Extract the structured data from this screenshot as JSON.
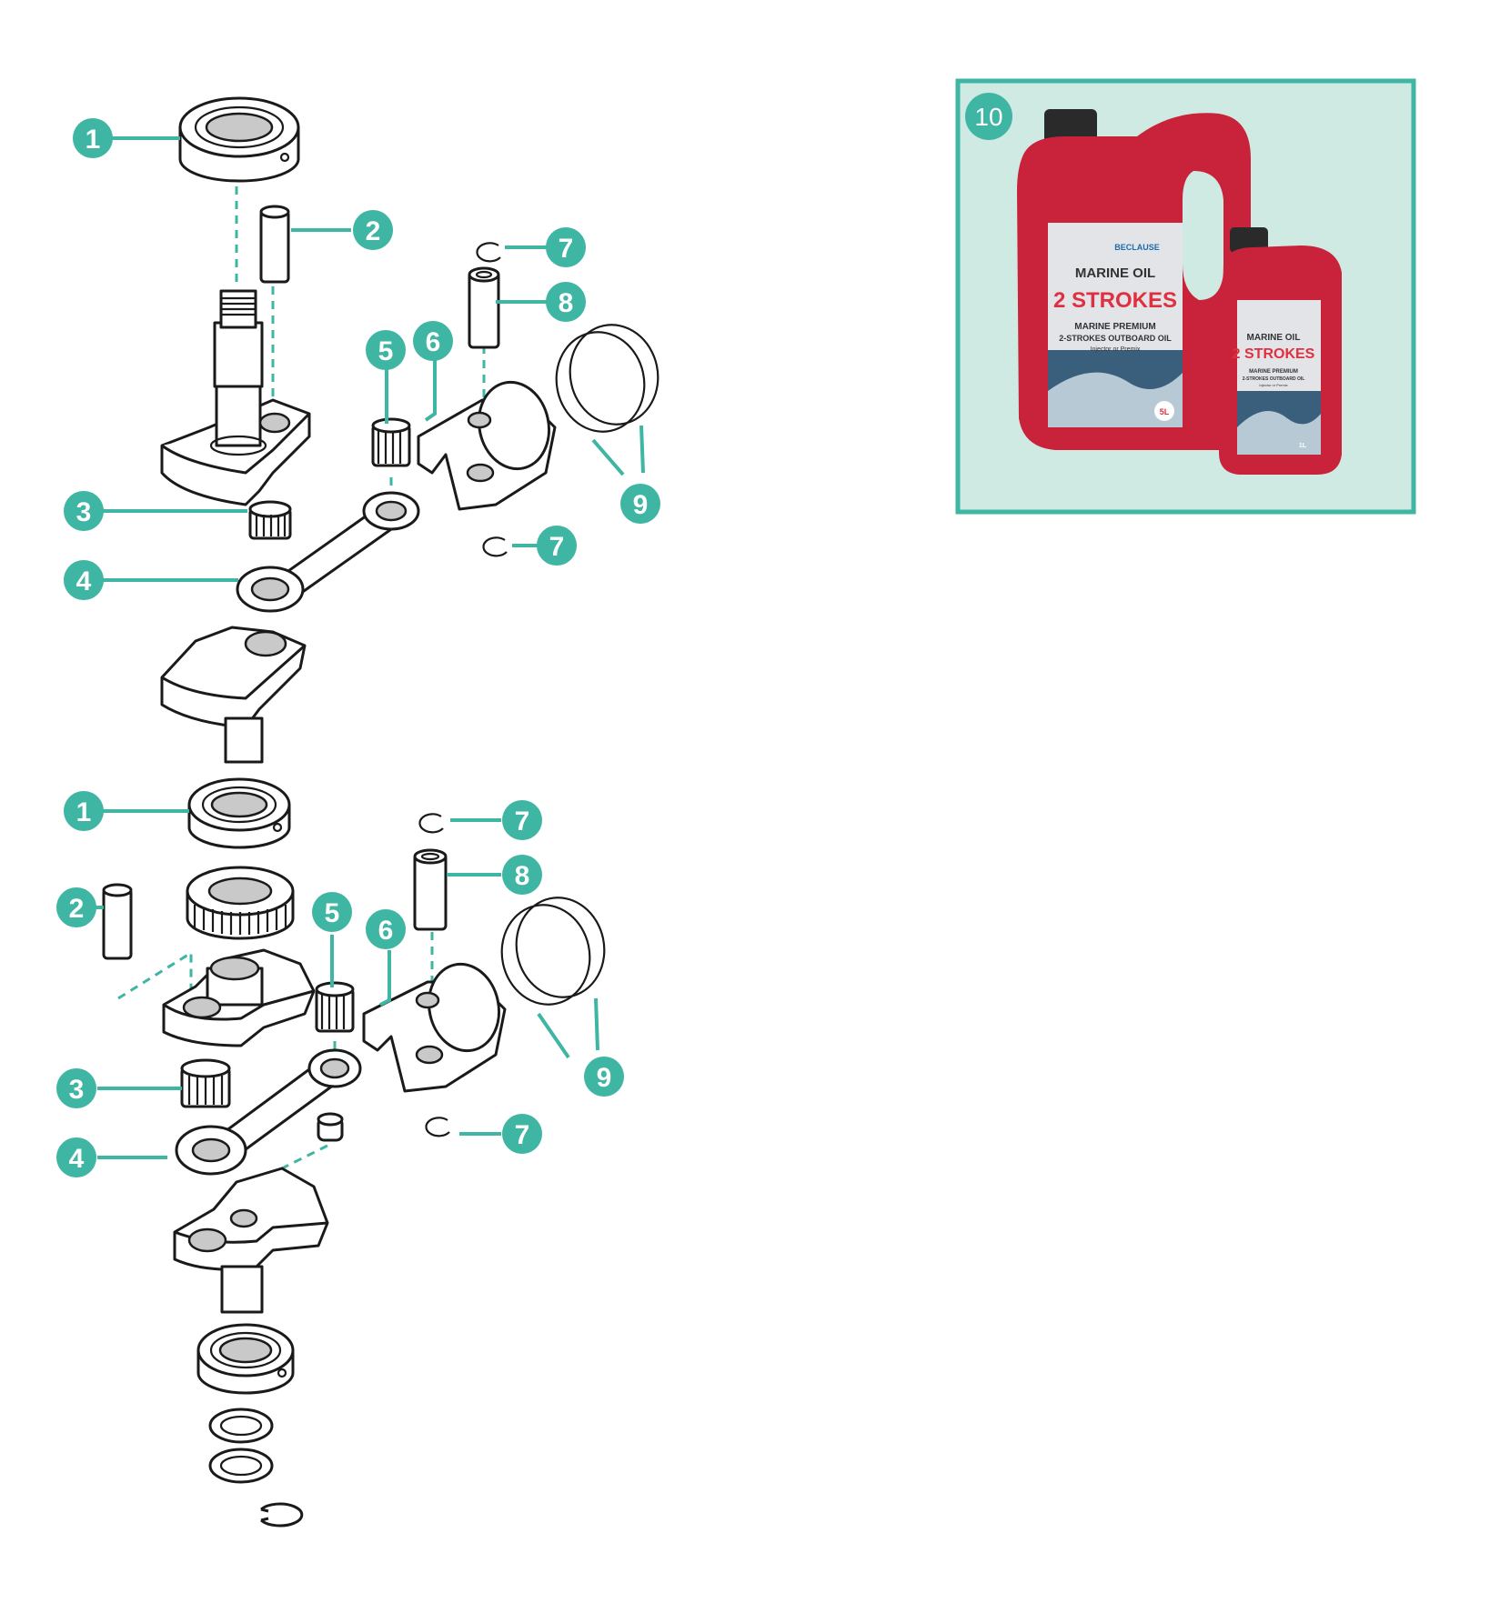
{
  "colors": {
    "accent": "#3fb5a3",
    "inset_bg": "#cfe9e3",
    "bottle_red": "#c8233a",
    "line": "#1a1a1a"
  },
  "callouts_top": {
    "c1": "1",
    "c2": "2",
    "c3": "3",
    "c4": "4",
    "c5": "5",
    "c6": "6",
    "c7a": "7",
    "c7b": "7",
    "c8": "8",
    "c9": "9"
  },
  "callouts_bottom": {
    "c1": "1",
    "c2": "2",
    "c3": "3",
    "c4": "4",
    "c5": "5",
    "c6": "6",
    "c7a": "7",
    "c7b": "7",
    "c8": "8",
    "c9": "9"
  },
  "inset": {
    "number": "10",
    "large_bottle": {
      "brand": "BECLAUSE",
      "line1": "MARINE OIL",
      "line2": "2 STROKES",
      "line3": "MARINE PREMIUM",
      "line4": "2-STROKES OUTBOARD OIL",
      "line5": "Injector or Premix",
      "volume": "5L"
    },
    "small_bottle": {
      "line1": "MARINE OIL",
      "line2": "2 STROKES",
      "line3": "MARINE PREMIUM",
      "line4": "2-STROKES OUTBOARD OIL",
      "line5": "Injector or Premix",
      "volume": "1L"
    }
  }
}
